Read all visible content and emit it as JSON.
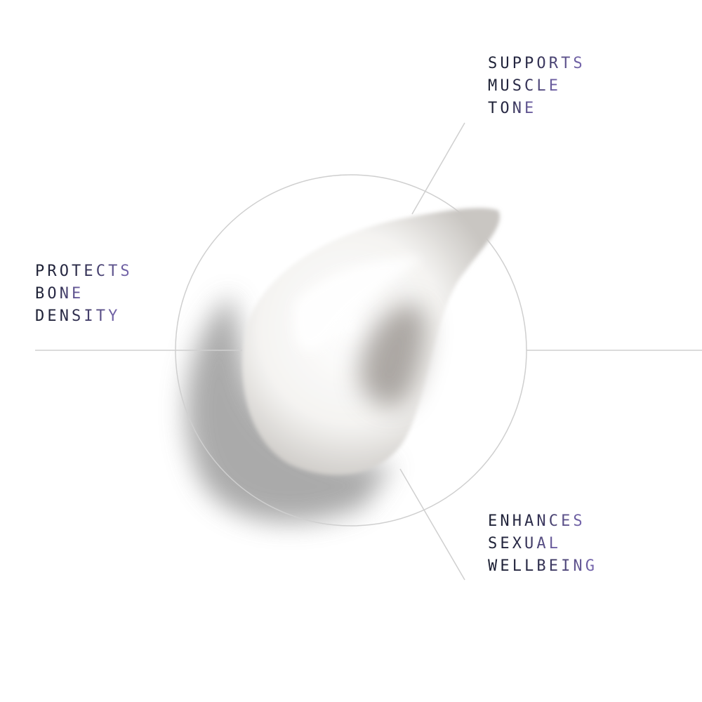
{
  "labels": {
    "top": [
      "SUPPORTS",
      "MUSCLE",
      "TONE"
    ],
    "left": [
      "PROTECTS",
      "BONE",
      "DENSITY"
    ],
    "bottom": [
      "ENHANCES",
      "SEXUAL",
      "WELLBEING"
    ]
  },
  "colors": {
    "text_dark": "#1c2033",
    "text_accent": "#7b6ab4",
    "line": "#cccccc"
  }
}
